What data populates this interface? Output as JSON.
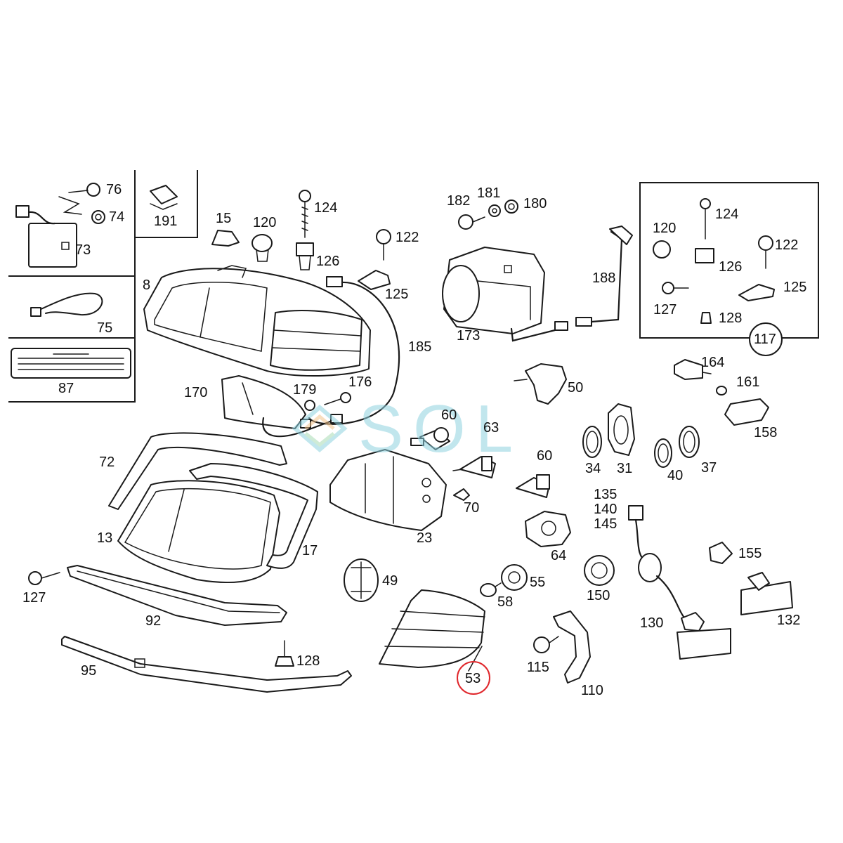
{
  "diagram": {
    "callouts": [
      {
        "id": "c76",
        "text": "76"
      },
      {
        "id": "c74",
        "text": "74"
      },
      {
        "id": "c73",
        "text": "73"
      },
      {
        "id": "c191",
        "text": "191"
      },
      {
        "id": "c75",
        "text": "75"
      },
      {
        "id": "c87",
        "text": "87"
      },
      {
        "id": "c8",
        "text": "8"
      },
      {
        "id": "c15",
        "text": "15"
      },
      {
        "id": "c120a",
        "text": "120"
      },
      {
        "id": "c124a",
        "text": "124"
      },
      {
        "id": "c126a",
        "text": "126"
      },
      {
        "id": "c122a",
        "text": "122"
      },
      {
        "id": "c125a",
        "text": "125"
      },
      {
        "id": "c185",
        "text": "185"
      },
      {
        "id": "c182",
        "text": "182"
      },
      {
        "id": "c181",
        "text": "181"
      },
      {
        "id": "c180",
        "text": "180"
      },
      {
        "id": "c188",
        "text": "188"
      },
      {
        "id": "c173",
        "text": "173"
      },
      {
        "id": "c124b",
        "text": "124"
      },
      {
        "id": "c120b",
        "text": "120"
      },
      {
        "id": "c122b",
        "text": "122"
      },
      {
        "id": "c126b",
        "text": "126"
      },
      {
        "id": "c125b",
        "text": "125"
      },
      {
        "id": "c127a",
        "text": "127"
      },
      {
        "id": "c128a",
        "text": "128"
      },
      {
        "id": "c117",
        "text": "117"
      },
      {
        "id": "c170",
        "text": "170"
      },
      {
        "id": "c179",
        "text": "179"
      },
      {
        "id": "c176",
        "text": "176"
      },
      {
        "id": "c50",
        "text": "50"
      },
      {
        "id": "c164",
        "text": "164"
      },
      {
        "id": "c161",
        "text": "161"
      },
      {
        "id": "c158",
        "text": "158"
      },
      {
        "id": "c60a",
        "text": "60"
      },
      {
        "id": "c63",
        "text": "63"
      },
      {
        "id": "c60b",
        "text": "60"
      },
      {
        "id": "c34",
        "text": "34"
      },
      {
        "id": "c31",
        "text": "31"
      },
      {
        "id": "c40",
        "text": "40"
      },
      {
        "id": "c37",
        "text": "37"
      },
      {
        "id": "c72",
        "text": "72"
      },
      {
        "id": "c70",
        "text": "70"
      },
      {
        "id": "c135",
        "text": "135"
      },
      {
        "id": "c140",
        "text": "140"
      },
      {
        "id": "c145",
        "text": "145"
      },
      {
        "id": "c13",
        "text": "13"
      },
      {
        "id": "c17",
        "text": "17"
      },
      {
        "id": "c23",
        "text": "23"
      },
      {
        "id": "c64",
        "text": "64"
      },
      {
        "id": "c155",
        "text": "155"
      },
      {
        "id": "c127b",
        "text": "127"
      },
      {
        "id": "c49",
        "text": "49"
      },
      {
        "id": "c55",
        "text": "55"
      },
      {
        "id": "c58",
        "text": "58"
      },
      {
        "id": "c150",
        "text": "150"
      },
      {
        "id": "c92",
        "text": "92"
      },
      {
        "id": "c130",
        "text": "130"
      },
      {
        "id": "c132",
        "text": "132"
      },
      {
        "id": "c128b",
        "text": "128"
      },
      {
        "id": "c115",
        "text": "115"
      },
      {
        "id": "c95",
        "text": "95"
      },
      {
        "id": "c53",
        "text": "53"
      },
      {
        "id": "c110",
        "text": "110"
      }
    ],
    "highlighted_part": "53",
    "highlight_color": "#e0262b",
    "line_color": "#1a1a1a"
  },
  "watermark": {
    "text": "SOL",
    "colors": [
      "#8fd3e0",
      "#f3c48c",
      "#a8dcb5"
    ]
  }
}
